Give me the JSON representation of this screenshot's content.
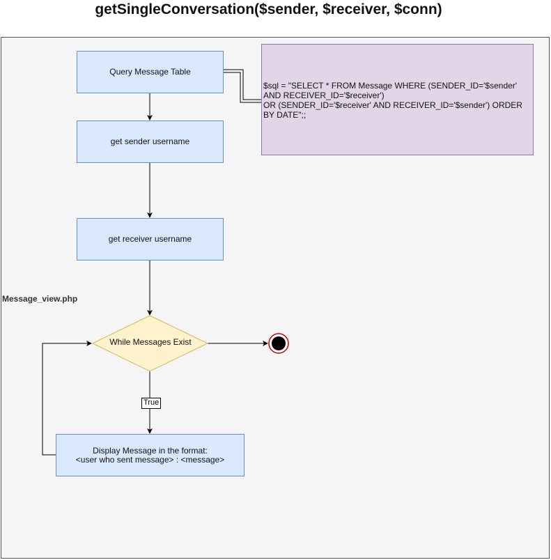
{
  "title": "getSingleConversation($sender, $receiver, $conn)",
  "page_label": "Message_view.php",
  "nodes": {
    "query": "Query Message Table",
    "sender": "get sender username",
    "receiver": "get receiver username",
    "loop": "While Messages Exist",
    "display_line1": "Display Message in the format:",
    "display_line2": "<user who sent message> : <message>"
  },
  "note": {
    "line1": "$sql = \"SELECT * FROM Message WHERE (SENDER_ID='$sender'",
    "line2": "AND RECEIVER_ID='$receiver')",
    "line3": "OR (SENDER_ID='$receiver' AND RECEIVER_ID='$sender') ORDER",
    "line4": "BY DATE\";;"
  },
  "edge_label_true": "True",
  "colors": {
    "process_fill": "#dae8fc",
    "process_border": "#6c8ebf",
    "decision_fill": "#fff2cc",
    "decision_border": "#d6b656",
    "note_fill": "#e1d5e7",
    "note_border": "#9673a6",
    "end_ring": "#cc0000"
  }
}
